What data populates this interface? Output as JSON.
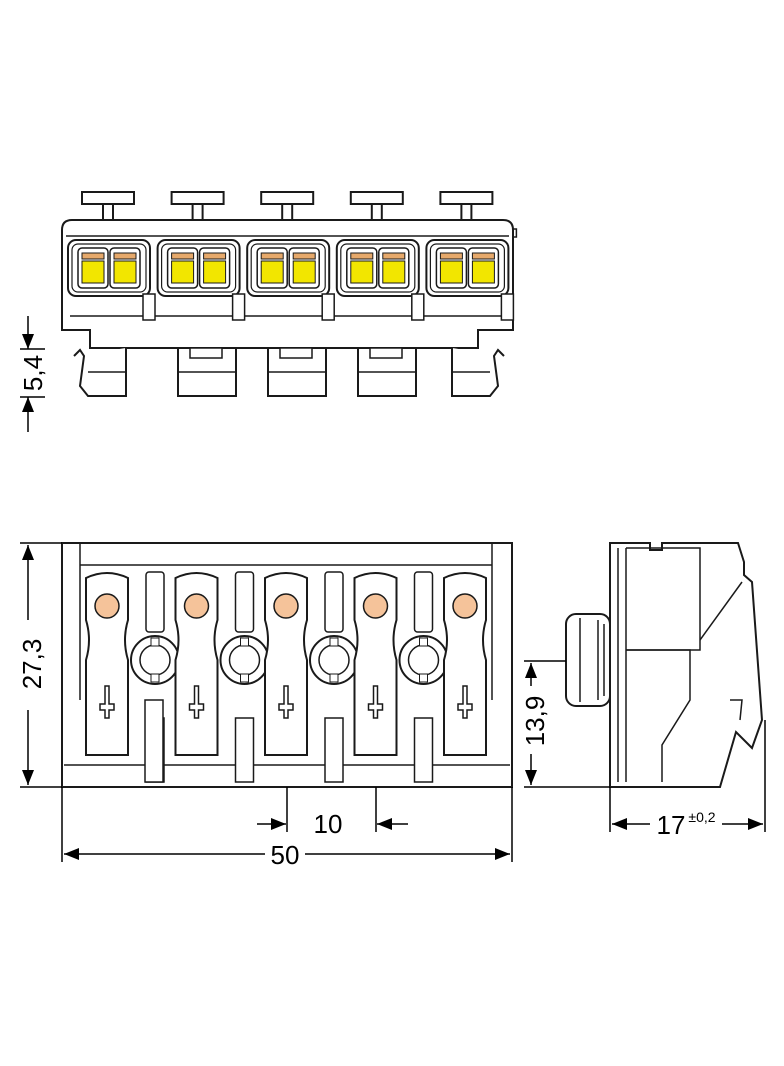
{
  "dimensions": {
    "d_5_4": "5,4",
    "d_27_3": "27,3",
    "d_13_9": "13,9",
    "d_10": "10",
    "d_50": "50",
    "d_17": "17",
    "d_17_tol": "±0,2"
  },
  "counts": {
    "poles": 5
  },
  "colors": {
    "outline": "#1a1a1a",
    "body": "#ffffff",
    "pusher_yellow": "#f2e600",
    "pusher_tan": "#e6a96b",
    "contact_dot": "#f5c39a"
  }
}
